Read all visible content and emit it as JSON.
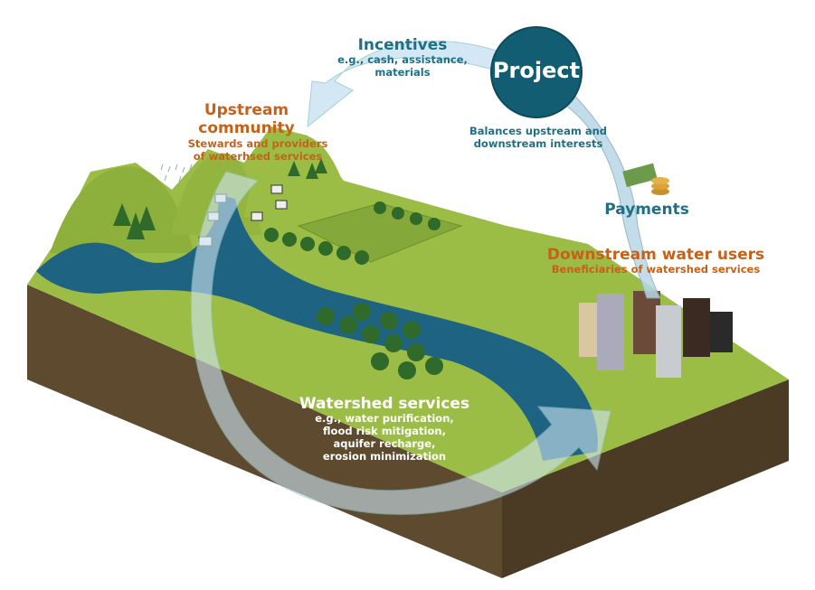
{
  "colors": {
    "grass": "#9bbd45",
    "soil": "#5e4a2e",
    "water": "#1f6383",
    "arrow": "#cfe6f3",
    "project": "#125d72",
    "teal_text": "#1f6f86",
    "orange_text": "#c4621a"
  },
  "project": {
    "label": "Project",
    "note_line1": "Balances upstream and",
    "note_line2": "downstream interests"
  },
  "incentives": {
    "title": "Incentives",
    "line1": "e.g., cash, assistance,",
    "line2": "materials"
  },
  "upstream": {
    "title": "Upstream community",
    "line1": "Stewards and providers",
    "line2": "of waterhsed services"
  },
  "payments": {
    "title": "Payments",
    "icon": "money-coins-icon"
  },
  "downstream": {
    "title": "Downstream water users",
    "subtitle": "Beneficiaries of watershed services"
  },
  "watershed": {
    "title": "Watershed services",
    "lines": [
      "e.g., water purification,",
      "flood risk mitigation,",
      "aquifer recharge,",
      "erosion minimization"
    ]
  }
}
